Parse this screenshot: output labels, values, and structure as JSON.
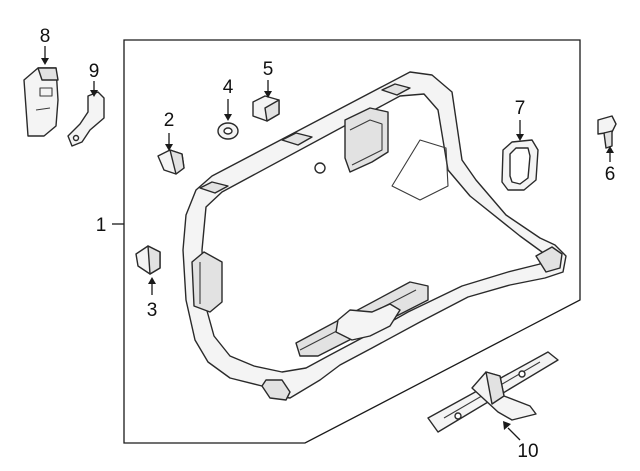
{
  "diagram": {
    "callouts": [
      {
        "id": "1",
        "label": "1"
      },
      {
        "id": "2",
        "label": "2"
      },
      {
        "id": "3",
        "label": "3"
      },
      {
        "id": "4",
        "label": "4"
      },
      {
        "id": "5",
        "label": "5"
      },
      {
        "id": "6",
        "label": "6"
      },
      {
        "id": "7",
        "label": "7"
      },
      {
        "id": "8",
        "label": "8"
      },
      {
        "id": "9",
        "label": "9"
      },
      {
        "id": "10",
        "label": "10"
      }
    ]
  },
  "colors": {
    "line": "#1a1a1a",
    "part_fill": "#f4f4f4",
    "background": "#ffffff"
  }
}
